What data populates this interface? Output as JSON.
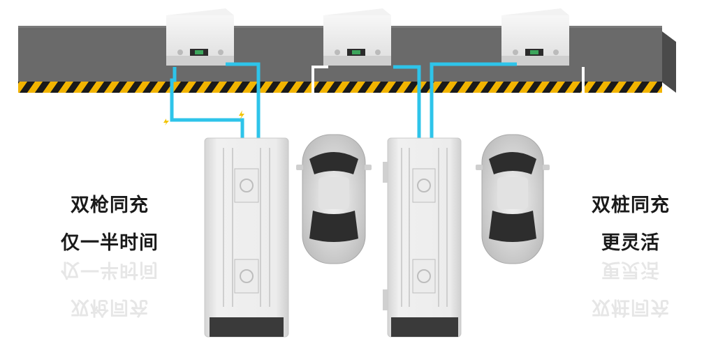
{
  "left_caption": {
    "line1": "双枪同充",
    "line2": "仅一半时间"
  },
  "right_caption": {
    "line1": "双桩同充",
    "line2": "更灵活"
  },
  "colors": {
    "beam": "#6a6a6a",
    "hazard_yellow": "#f2b400",
    "hazard_black": "#1a1a1a",
    "cable_blue": "#2ec4ea",
    "cable_white": "#ffffff",
    "cabinet": "#e6e6e6",
    "car_body": "#d9d9d9"
  },
  "icons": [
    "power-module-icon",
    "charging-cabinet-icon",
    "car-icon",
    "lightning-icon"
  ]
}
